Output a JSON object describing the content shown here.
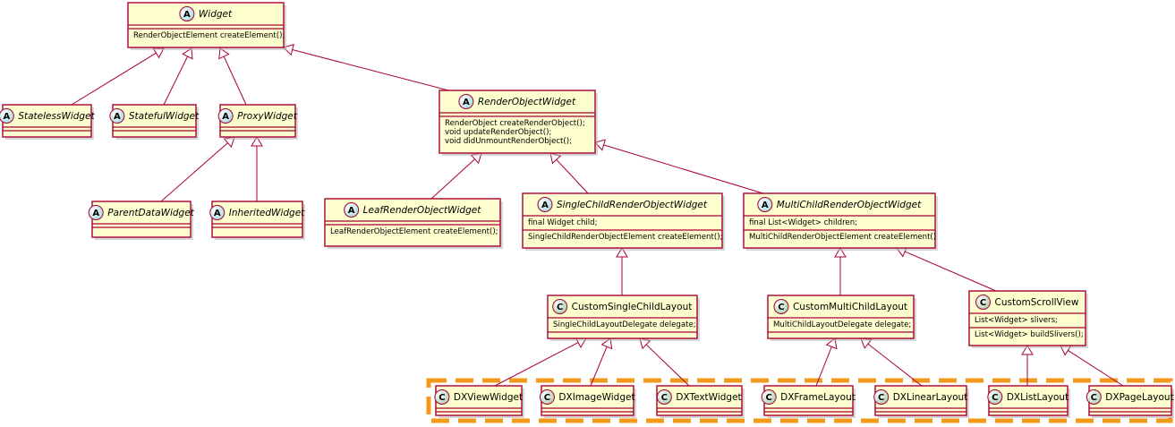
{
  "diagram": {
    "type": "uml-class-diagram",
    "colors": {
      "class_fill": "#FEFECE",
      "class_border": "#A80036",
      "abstract_badge": "#A9DCDF",
      "class_badge": "#ADD1B2",
      "group_frame": "#F39A1C"
    },
    "classes": [
      {
        "id": "widget",
        "name": "Widget",
        "stereotype": "A",
        "members": [],
        "methods": [
          "RenderObjectElement createElement();"
        ]
      },
      {
        "id": "stateless-widget",
        "name": "StatelessWidget",
        "stereotype": "A",
        "members": [],
        "methods": []
      },
      {
        "id": "stateful-widget",
        "name": "StatefulWidget",
        "stereotype": "A",
        "members": [],
        "methods": []
      },
      {
        "id": "proxy-widget",
        "name": "ProxyWidget",
        "stereotype": "A",
        "members": [],
        "methods": []
      },
      {
        "id": "render-object-widget",
        "name": "RenderObjectWidget",
        "stereotype": "A",
        "members": [],
        "methods": [
          "RenderObject createRenderObject();",
          "void updateRenderObject();",
          "void didUnmountRenderObject();"
        ]
      },
      {
        "id": "parent-data-widget",
        "name": "ParentDataWidget",
        "stereotype": "A",
        "members": [],
        "methods": []
      },
      {
        "id": "inherited-widget",
        "name": "InheritedWidget",
        "stereotype": "A",
        "members": [],
        "methods": []
      },
      {
        "id": "leaf-render-object-widget",
        "name": "LeafRenderObjectWidget",
        "stereotype": "A",
        "members": [],
        "methods": [
          "LeafRenderObjectElement createElement();"
        ]
      },
      {
        "id": "single-child-render-object-widget",
        "name": "SingleChildRenderObjectWidget",
        "stereotype": "A",
        "members": [
          "final Widget child;"
        ],
        "methods": [
          "SingleChildRenderObjectElement createElement();"
        ]
      },
      {
        "id": "multi-child-render-object-widget",
        "name": "MultiChildRenderObjectWidget",
        "stereotype": "A",
        "members": [
          "final List<Widget> children;"
        ],
        "methods": [
          "MultiChildRenderObjectElement createElement()"
        ]
      },
      {
        "id": "custom-single-child-layout",
        "name": "CustomSingleChildLayout",
        "stereotype": "C",
        "members": [
          "SingleChildLayoutDelegate delegate;"
        ],
        "methods": []
      },
      {
        "id": "custom-multi-child-layout",
        "name": "CustomMultiChildLayout",
        "stereotype": "C",
        "members": [
          "MultiChildLayoutDelegate delegate;"
        ],
        "methods": []
      },
      {
        "id": "custom-scroll-view",
        "name": "CustomScrollView",
        "stereotype": "C",
        "members": [
          "List<Widget> slivers;"
        ],
        "methods": [
          "List<Widget> buildSlivers();"
        ]
      },
      {
        "id": "dx-view-widget",
        "name": "DXViewWidget",
        "stereotype": "C",
        "members": [],
        "methods": []
      },
      {
        "id": "dx-image-widget",
        "name": "DXImageWidget",
        "stereotype": "C",
        "members": [],
        "methods": []
      },
      {
        "id": "dx-text-widget",
        "name": "DXTextWidget",
        "stereotype": "C",
        "members": [],
        "methods": []
      },
      {
        "id": "dx-frame-layout",
        "name": "DXFrameLayout",
        "stereotype": "C",
        "members": [],
        "methods": []
      },
      {
        "id": "dx-linear-layout",
        "name": "DXLinearLayout",
        "stereotype": "C",
        "members": [],
        "methods": []
      },
      {
        "id": "dx-list-layout",
        "name": "DXListLayout",
        "stereotype": "C",
        "members": [],
        "methods": []
      },
      {
        "id": "dx-page-layout",
        "name": "DXPageLayout",
        "stereotype": "C",
        "members": [],
        "methods": []
      }
    ],
    "inheritance": [
      {
        "child": "stateless-widget",
        "parent": "widget"
      },
      {
        "child": "stateful-widget",
        "parent": "widget"
      },
      {
        "child": "proxy-widget",
        "parent": "widget"
      },
      {
        "child": "render-object-widget",
        "parent": "widget"
      },
      {
        "child": "parent-data-widget",
        "parent": "proxy-widget"
      },
      {
        "child": "inherited-widget",
        "parent": "proxy-widget"
      },
      {
        "child": "leaf-render-object-widget",
        "parent": "render-object-widget"
      },
      {
        "child": "single-child-render-object-widget",
        "parent": "render-object-widget"
      },
      {
        "child": "multi-child-render-object-widget",
        "parent": "render-object-widget"
      },
      {
        "child": "custom-single-child-layout",
        "parent": "single-child-render-object-widget"
      },
      {
        "child": "custom-multi-child-layout",
        "parent": "multi-child-render-object-widget"
      },
      {
        "child": "custom-scroll-view",
        "parent": "multi-child-render-object-widget"
      },
      {
        "child": "dx-view-widget",
        "parent": "custom-single-child-layout"
      },
      {
        "child": "dx-image-widget",
        "parent": "custom-single-child-layout"
      },
      {
        "child": "dx-text-widget",
        "parent": "custom-single-child-layout"
      },
      {
        "child": "dx-frame-layout",
        "parent": "custom-multi-child-layout"
      },
      {
        "child": "dx-linear-layout",
        "parent": "custom-multi-child-layout"
      },
      {
        "child": "dx-list-layout",
        "parent": "custom-scroll-view"
      },
      {
        "child": "dx-page-layout",
        "parent": "custom-scroll-view"
      }
    ]
  }
}
